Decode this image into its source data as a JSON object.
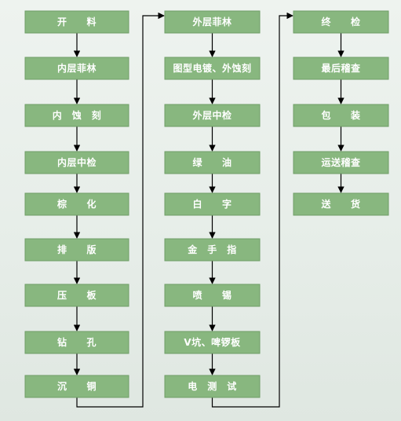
{
  "columns": [
    {
      "id": "col1",
      "steps": [
        "开　　料",
        "内层菲林",
        "内　蚀　刻",
        "内层中检",
        "棕　　化",
        "排　　版",
        "压　　板",
        "钻　　孔",
        "沉　　铜"
      ]
    },
    {
      "id": "col2",
      "steps": [
        "外层菲林",
        "图型电镀、外蚀刻",
        "外层中检",
        "绿　　油",
        "白　　字",
        "金　手　指",
        "喷　　锡",
        "V坑、啤锣板",
        "电　测　试"
      ]
    },
    {
      "id": "col3",
      "steps": [
        "终　　检",
        "最后稽查",
        "包　　装",
        "运送稽查",
        "送　　货"
      ]
    }
  ],
  "colors": {
    "box_fill": "#88b77f",
    "box_text": "#ffffff",
    "connector": "#000000"
  }
}
